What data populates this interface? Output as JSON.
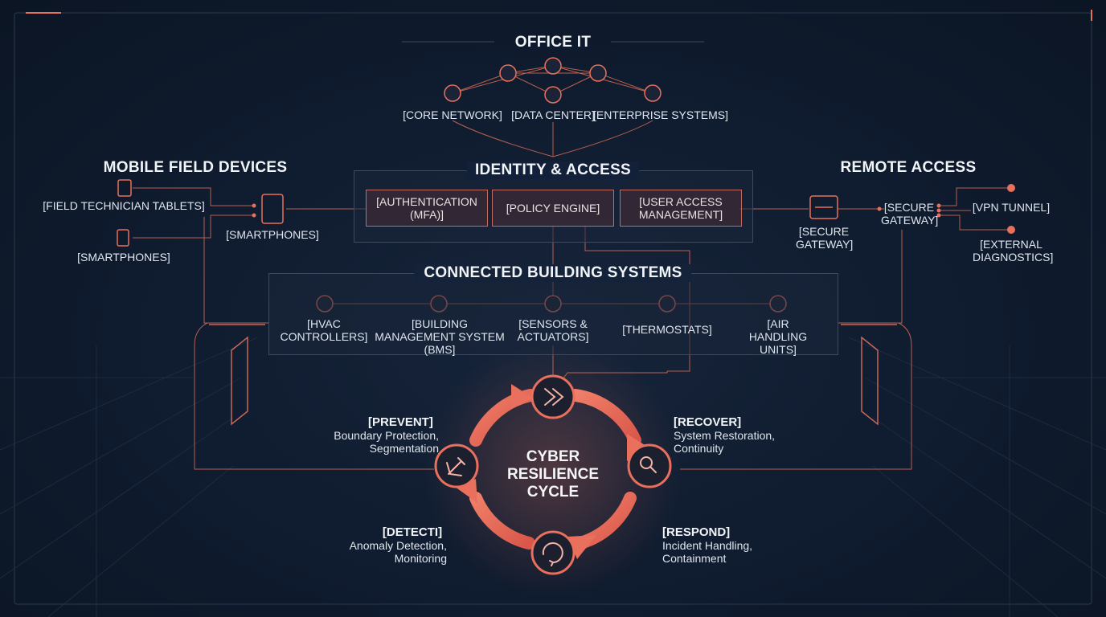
{
  "office_it": {
    "title": "OFFICE IT",
    "items": [
      "[CORE NETWORK]",
      "[DATA CENTER]",
      "[ENTERPRISE SYSTEMS]"
    ]
  },
  "identity": {
    "title": "IDENTITY & ACCESS",
    "boxes": [
      "[AUTHENTICATION (MFA)]",
      "[POLICY ENGINE]",
      "[USER ACCESS MANAGEMENT]"
    ]
  },
  "mobile": {
    "title": "MOBILE FIELD DEVICES",
    "tablets": "[FIELD TECHNICIAN TABLETS]",
    "smartphones_left": "[SMARTPHONES]",
    "smartphones_hub": "[SMARTPHONES]"
  },
  "remote": {
    "title": "REMOTE ACCESS",
    "gateway_hub": "[SECURE GATEWAY]",
    "gateway_node": "[SECURE GATEWAY]",
    "vpn": "[VPN TUNNEL]",
    "diagnostics": "[EXTERNAL DIAGNOSTICS]"
  },
  "building": {
    "title": "CONNECTED BUILDING SYSTEMS",
    "items": [
      "[HVAC CONTROLLERS]",
      "[BUILDING MANAGEMENT SYSTEM (BMS]",
      "[SENSORS & ACTUATORS]",
      "[THERMOSTATS]",
      "[AIR HANDLING UNITS]"
    ]
  },
  "cycle": {
    "title": "CYBER RESILIENCE CYCLE",
    "prevent": {
      "label": "[PREVENT]",
      "desc": "Boundary Protection, Segmentation"
    },
    "recover": {
      "label": "[RECOVER]",
      "desc": "System Restoration, Continuity"
    },
    "detect": {
      "label": "[DETECTI]",
      "desc": "Anomaly Detection, Monitoring"
    },
    "respond": {
      "label": "[RESPOND]",
      "desc": "Incident Handling, Containment"
    }
  },
  "colors": {
    "accent": "#e8705c",
    "line": "#c9685a",
    "panel_border": "#3b4a60",
    "background": "#0f1b2e"
  }
}
